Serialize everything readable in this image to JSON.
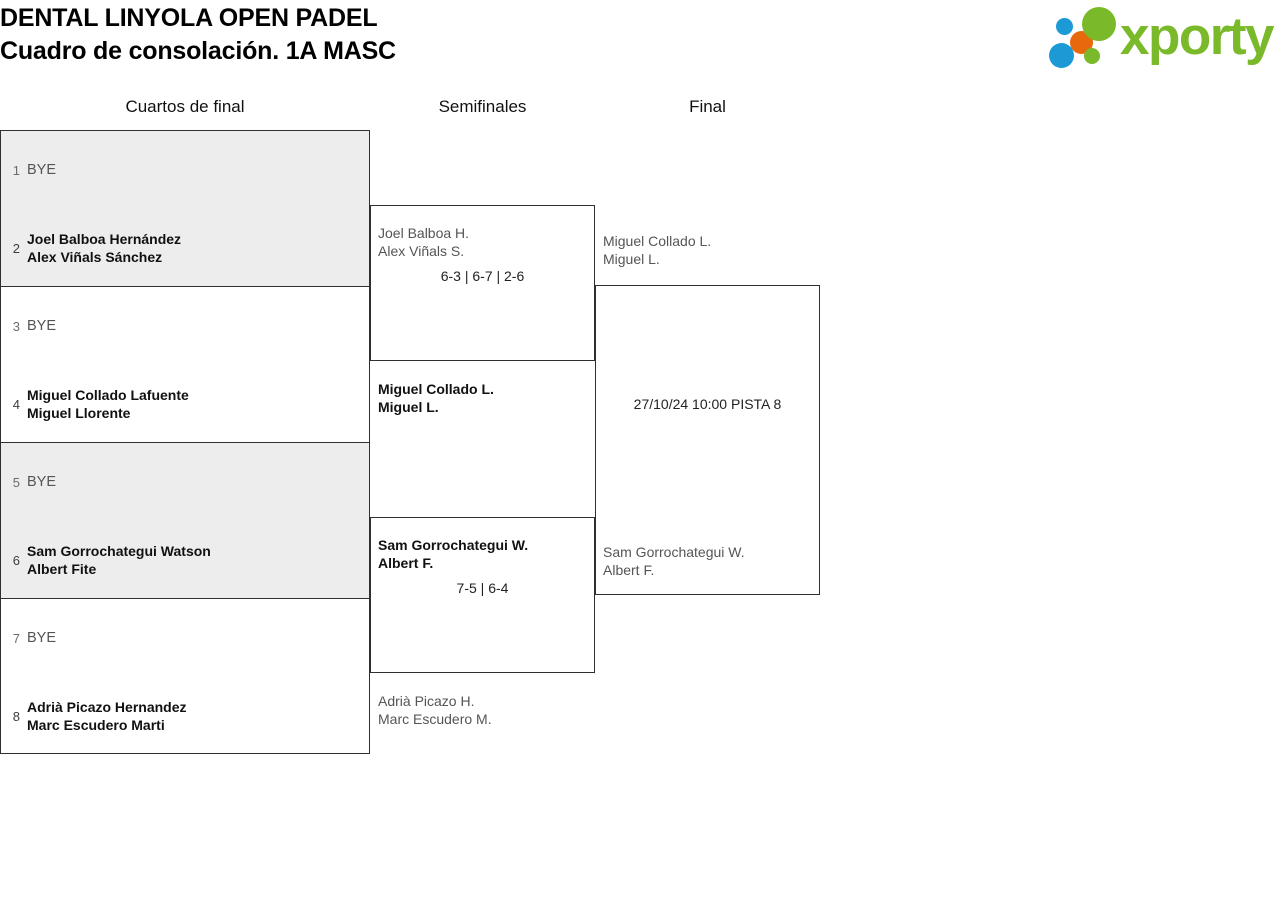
{
  "header": {
    "tournament_title": "DENTAL LINYOLA OPEN PADEL",
    "draw_title": "Cuadro de consolación. 1A MASC",
    "logo_text": "xporty",
    "logo_colors": {
      "green": "#7ab929",
      "blue": "#1b9ad6",
      "orange": "#e8690b"
    }
  },
  "rounds": [
    {
      "label": "Cuartos de final"
    },
    {
      "label": "Semifinales"
    },
    {
      "label": "Final"
    }
  ],
  "quarterfinals": [
    {
      "shaded": true,
      "top": {
        "seed": "1",
        "lines": [
          "BYE"
        ],
        "status": "bye"
      },
      "bottom": {
        "seed": "2",
        "lines": [
          "Joel Balboa Hernández",
          "Alex Viñals Sánchez"
        ],
        "status": "winner"
      }
    },
    {
      "shaded": false,
      "top": {
        "seed": "3",
        "lines": [
          "BYE"
        ],
        "status": "bye"
      },
      "bottom": {
        "seed": "4",
        "lines": [
          "Miguel Collado Lafuente",
          "Miguel Llorente"
        ],
        "status": "winner"
      }
    },
    {
      "shaded": true,
      "top": {
        "seed": "5",
        "lines": [
          "BYE"
        ],
        "status": "bye"
      },
      "bottom": {
        "seed": "6",
        "lines": [
          "Sam Gorrochategui Watson",
          "Albert Fite"
        ],
        "status": "winner"
      }
    },
    {
      "shaded": false,
      "top": {
        "seed": "7",
        "lines": [
          "BYE"
        ],
        "status": "bye"
      },
      "bottom": {
        "seed": "8",
        "lines": [
          "Adrià Picazo Hernandez",
          "Marc Escudero Marti"
        ],
        "status": "winner"
      }
    }
  ],
  "semifinals": [
    {
      "top": {
        "line1": "Joel Balboa H.",
        "line2": "Alex Viñals S.",
        "status": "loser"
      },
      "bottom": {
        "line1": "Miguel Collado L.",
        "line2": "Miguel L.",
        "status": "winner"
      },
      "score": "6-3 | 6-7 | 2-6"
    },
    {
      "top": {
        "line1": "Sam Gorrochategui W.",
        "line2": "Albert F.",
        "status": "winner"
      },
      "bottom": {
        "line1": "Adrià Picazo H.",
        "line2": "Marc Escudero M.",
        "status": "loser"
      },
      "score": "7-5 | 6-4"
    }
  ],
  "final": {
    "top": {
      "line1": "Miguel Collado L.",
      "line2": "Miguel L.",
      "status": "pending"
    },
    "bottom": {
      "line1": "Sam Gorrochategui W.",
      "line2": "Albert F.",
      "status": "pending"
    },
    "schedule": "27/10/24 10:00 PISTA 8"
  }
}
